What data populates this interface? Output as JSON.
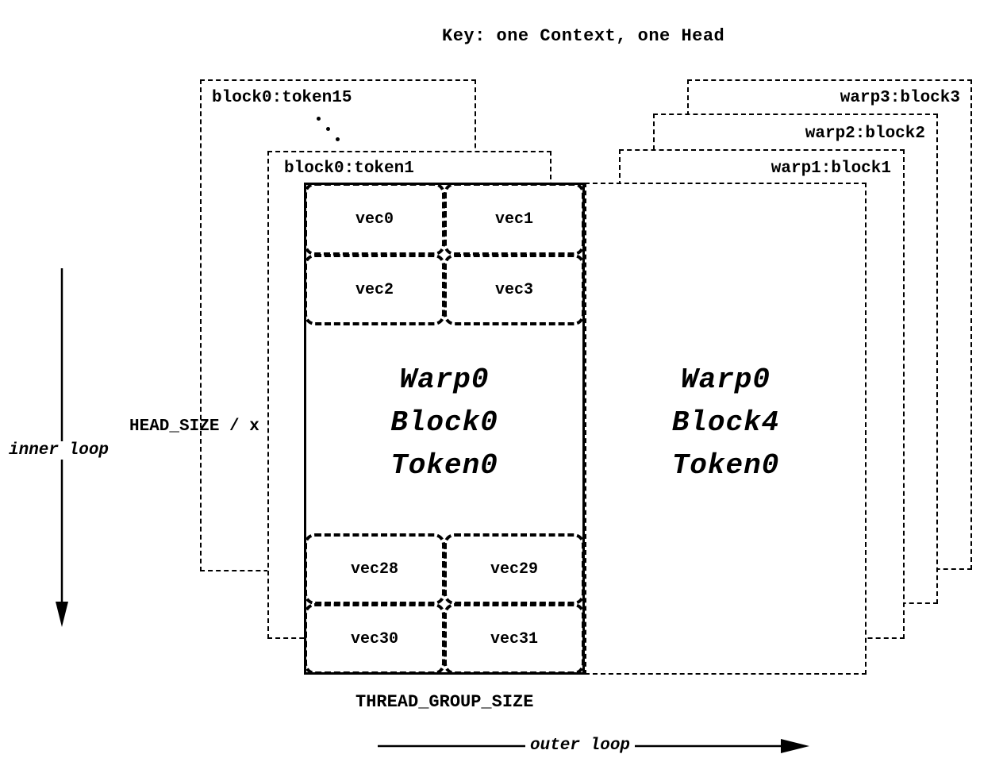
{
  "title": "Key: one Context, one Head",
  "token_stack": {
    "back_box_label": "block0:token15",
    "front_box_label": "block0:token1"
  },
  "warp_stack": {
    "labels": [
      "warp3:block3",
      "warp2:block2",
      "warp1:block1"
    ]
  },
  "left_block": {
    "lines": [
      "Warp0",
      "Block0",
      "Token0"
    ],
    "top_vecs": [
      "vec0",
      "vec1",
      "vec2",
      "vec3"
    ],
    "bottom_vecs": [
      "vec28",
      "vec29",
      "vec30",
      "vec31"
    ]
  },
  "right_block": {
    "lines": [
      "Warp0",
      "Block4",
      "Token0"
    ]
  },
  "labels": {
    "head_size": "HEAD_SIZE / x",
    "inner_loop": "inner loop",
    "thread_group_size": "THREAD_GROUP_SIZE",
    "outer_loop": "outer loop"
  }
}
